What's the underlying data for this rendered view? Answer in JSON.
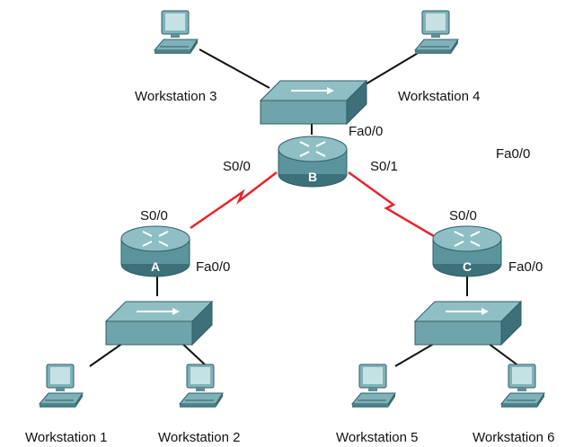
{
  "colors": {
    "device_teal": "#6fa4ab",
    "device_dark": "#3d7079",
    "wan_link": "#e8232a",
    "lan_link": "#111111"
  },
  "routers": {
    "A": {
      "letter": "A",
      "serial": "S0/0",
      "fast_ethernet": "Fa0/0"
    },
    "B": {
      "letter": "B",
      "serial_left": "S0/0",
      "serial_right": "S0/1",
      "fast_ethernet": "Fa0/0"
    },
    "C": {
      "letter": "C",
      "serial": "S0/0",
      "fast_ethernet": "Fa0/0"
    }
  },
  "stray_label": "Fa0/0",
  "workstations": {
    "ws1": "Workstation 1",
    "ws2": "Workstation 2",
    "ws3": "Workstation 3",
    "ws4": "Workstation 4",
    "ws5": "Workstation 5",
    "ws6": "Workstation 6"
  }
}
